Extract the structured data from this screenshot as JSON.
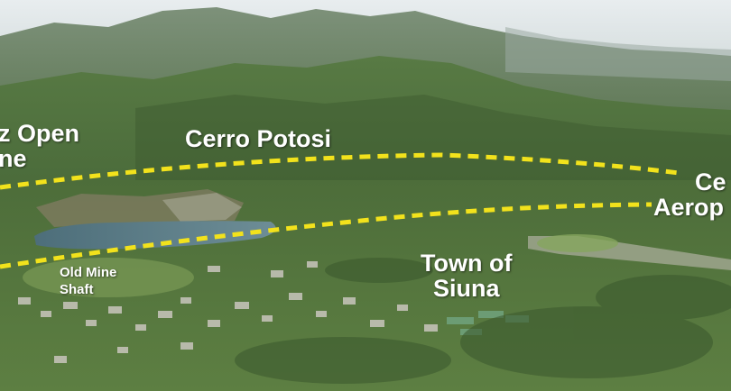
{
  "labels": {
    "open_pit_line1": "z Open",
    "open_pit_line2": "ne",
    "cerro_potosi": "Cerro Potosi",
    "aeropuerto_line1": "Ce",
    "aeropuerto_line2": "Aerop",
    "old_mine_line1": "Old Mine",
    "old_mine_line2": "Shaft",
    "town_line1": "Town of",
    "town_line2": "Siuna"
  },
  "colors": {
    "dashed_line": "#f2e21c",
    "label_text": "#ffffff",
    "sky": "#dfe6e9",
    "forest": "#4f6f3c",
    "lake": "#5a7a86"
  }
}
